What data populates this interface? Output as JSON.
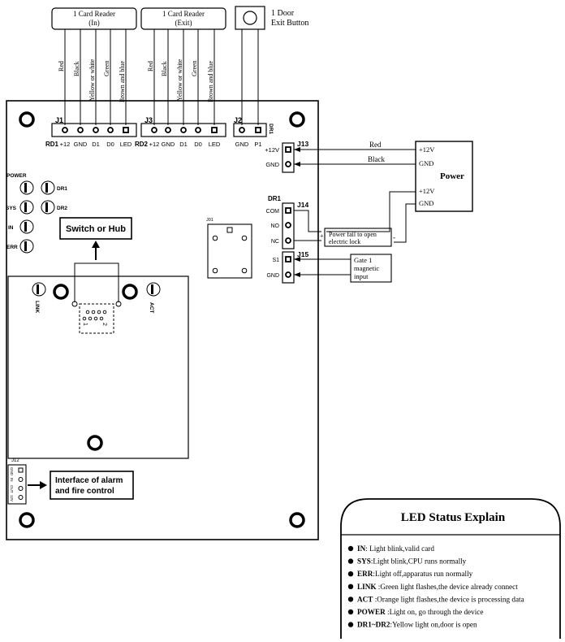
{
  "card_reader_in": {
    "title": "1 Card Reader",
    "sub": "(In)"
  },
  "card_reader_exit": {
    "title": "1 Card Reader",
    "sub": "(Exit)"
  },
  "exit_button": {
    "line1": "1 Door",
    "line2": "Exit Button"
  },
  "wires": [
    "Red",
    "Black",
    "Yellow or white",
    "Green",
    "Brown and blue"
  ],
  "connectors": {
    "j1": "J1",
    "j2": "J2",
    "j3": "J3",
    "j13": "J13",
    "j14": "J14",
    "j15": "J15",
    "j12": "J12",
    "j01": "J01",
    "rd1": "RD1",
    "rd2": "RD2",
    "dr1": "DR1",
    "rd_pins": [
      "+12",
      "GND",
      "D1",
      "D0",
      "LED"
    ],
    "j2_pins": [
      "GND",
      "P1"
    ],
    "j13_pins": [
      "+12V",
      "GND"
    ],
    "j14_pins": [
      "COM",
      "NO",
      "NC"
    ],
    "j15_pins": [
      "S1",
      "GND"
    ],
    "j12_pins": [
      "GND",
      "IN",
      "OUT",
      "12V"
    ]
  },
  "leds": {
    "power": "POWER",
    "sys": "SYS",
    "in": "IN",
    "err": "ERR",
    "dr1": "DR1",
    "dr2": "DR2",
    "link": "LINK",
    "act": "ACT"
  },
  "rj45_pins": {
    "left": "1",
    "right": "2"
  },
  "switch_hub": "Switch or Hub",
  "alarm": {
    "line1": "Interface of alarm",
    "line2": "and fire control"
  },
  "power": {
    "label": "Power",
    "v12": "+12V",
    "gnd": "GND",
    "wire_red": "Red",
    "wire_black": "Black"
  },
  "power_fail": {
    "line1": "Power fail to open",
    "line2": "electric lock",
    "plus": "+",
    "minus": "-"
  },
  "gate": {
    "line1": "Gate 1",
    "line2": "magnetic",
    "line3": "input"
  },
  "led_status": {
    "title": "LED Status Explain",
    "items": [
      {
        "key": "IN",
        "sep": ": ",
        "text": "Light blink,valid card"
      },
      {
        "key": "SYS",
        "sep": ":",
        "text": "Light blink,CPU runs normally"
      },
      {
        "key": "ERR",
        "sep": ":",
        "text": "Light off,apparatus run normally"
      },
      {
        "key": "LINK",
        "sep": " :",
        "text": "Green light flashes,the device already connect"
      },
      {
        "key": "ACT",
        "sep": " :",
        "text": "Orange light flashes,the device is processing data"
      },
      {
        "key": "POWER",
        "sep": " :",
        "text": "Light on, go through the device"
      },
      {
        "key": "DR1~DR2",
        "sep": ":",
        "text": "Yellow light on,door is open"
      }
    ]
  }
}
